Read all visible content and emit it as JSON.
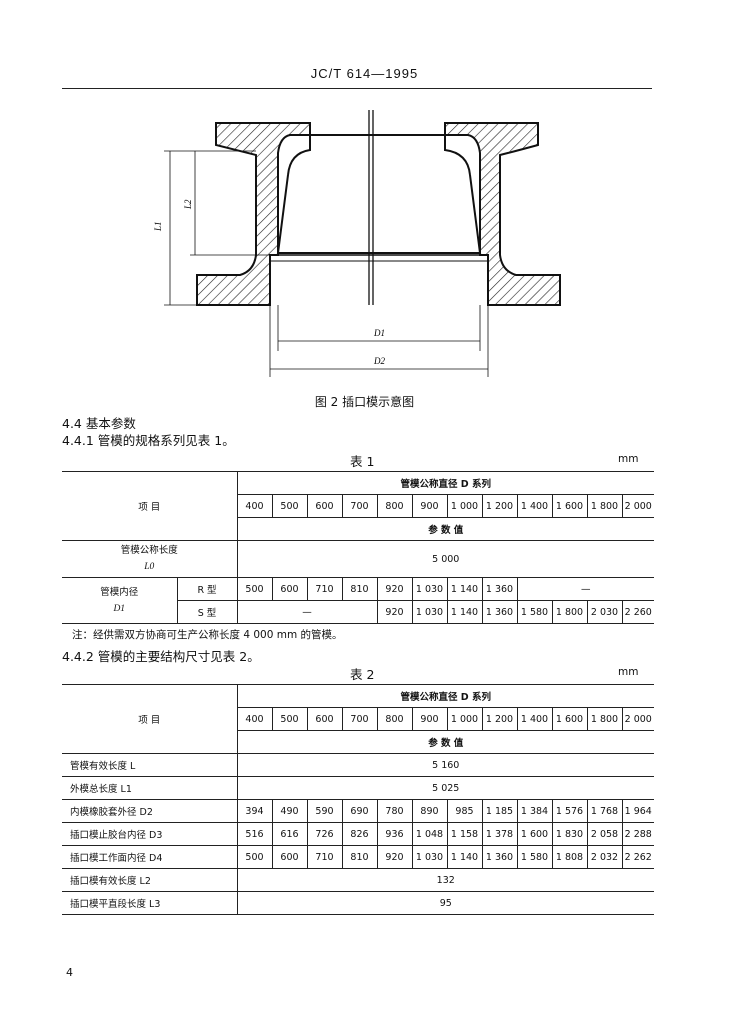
{
  "header": {
    "code": "JC/T 614—1995"
  },
  "figure": {
    "caption": "图 2   插口模示意图",
    "labels": {
      "L1": "L1",
      "L2": "L2",
      "D1": "D1",
      "D2": "D2"
    }
  },
  "section_4_4": "4.4   基本参数",
  "section_4_4_1": "4.4.1   管模的规格系列见表 1。",
  "table1": {
    "title": "表 1",
    "unit": "mm",
    "item_header": "项        目",
    "series_header": "管模公称直径 D 系列",
    "diameters": [
      "400",
      "500",
      "600",
      "700",
      "800",
      "900",
      "1 000",
      "1 200",
      "1 400",
      "1 600",
      "1 800",
      "2 000"
    ],
    "param_header": "参   数   值",
    "row_length_label1": "管模公称长度",
    "row_length_label2": "L0",
    "row_length_value": "5 000",
    "row_inner_label1": "管模内径",
    "row_inner_label2": "D1",
    "r_label": "R 型",
    "r_values": [
      "500",
      "600",
      "710",
      "810",
      "920",
      "1 030",
      "1 140",
      "1 360"
    ],
    "r_dash": "—",
    "s_label": "S 型",
    "s_dash": "—",
    "s_values": [
      "920",
      "1 030",
      "1 140",
      "1 360",
      "1 580",
      "1 800",
      "2 030",
      "2 260"
    ],
    "note": "注：经供需双方协商可生产公称长度 4 000 mm 的管模。"
  },
  "section_4_4_2": "4.4.2   管模的主要结构尺寸见表 2。",
  "table2": {
    "title": "表 2",
    "unit": "mm",
    "item_header": "项        目",
    "series_header": "管模公称直径 D 系列",
    "diameters": [
      "400",
      "500",
      "600",
      "700",
      "800",
      "900",
      "1 000",
      "1 200",
      "1 400",
      "1 600",
      "1 800",
      "2 000"
    ],
    "param_header": "参      数      值",
    "rows": [
      {
        "label": "管模有效长度 L",
        "merged": "5 160"
      },
      {
        "label": "外模总长度 L1",
        "merged": "5 025"
      },
      {
        "label": "内模橡胶套外径 D2",
        "values": [
          "394",
          "490",
          "590",
          "690",
          "780",
          "890",
          "985",
          "1 185",
          "1 384",
          "1 576",
          "1 768",
          "1 964"
        ]
      },
      {
        "label": "插口模止胶台内径 D3",
        "values": [
          "516",
          "616",
          "726",
          "826",
          "936",
          "1 048",
          "1 158",
          "1 378",
          "1 600",
          "1 830",
          "2 058",
          "2 288"
        ]
      },
      {
        "label": "插口模工作面内径 D4",
        "values": [
          "500",
          "600",
          "710",
          "810",
          "920",
          "1 030",
          "1 140",
          "1 360",
          "1 580",
          "1 808",
          "2 032",
          "2 262"
        ]
      },
      {
        "label": "插口模有效长度 L2",
        "merged": "132"
      },
      {
        "label": "插口模平直段长度 L3",
        "merged": "95"
      }
    ]
  },
  "page_number": "4"
}
